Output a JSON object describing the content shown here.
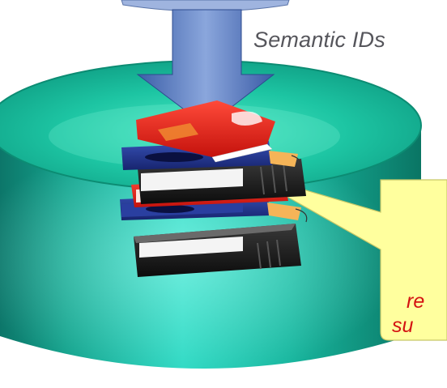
{
  "diagram": {
    "arrow_label": "Semantic IDs",
    "callout_lines": [
      "re",
      "su"
    ],
    "colors": {
      "cylinder_top": "#22d0a8",
      "cylinder_side": "#0f8f7a",
      "arrow": "#5277b8",
      "callout_fill": "#ffff9e",
      "callout_text": "#d41212",
      "label_text": "#55555b"
    },
    "icons": [
      "database-cylinder-icon",
      "down-arrow-icon",
      "book-stack-icon",
      "callout-bubble-icon"
    ]
  }
}
